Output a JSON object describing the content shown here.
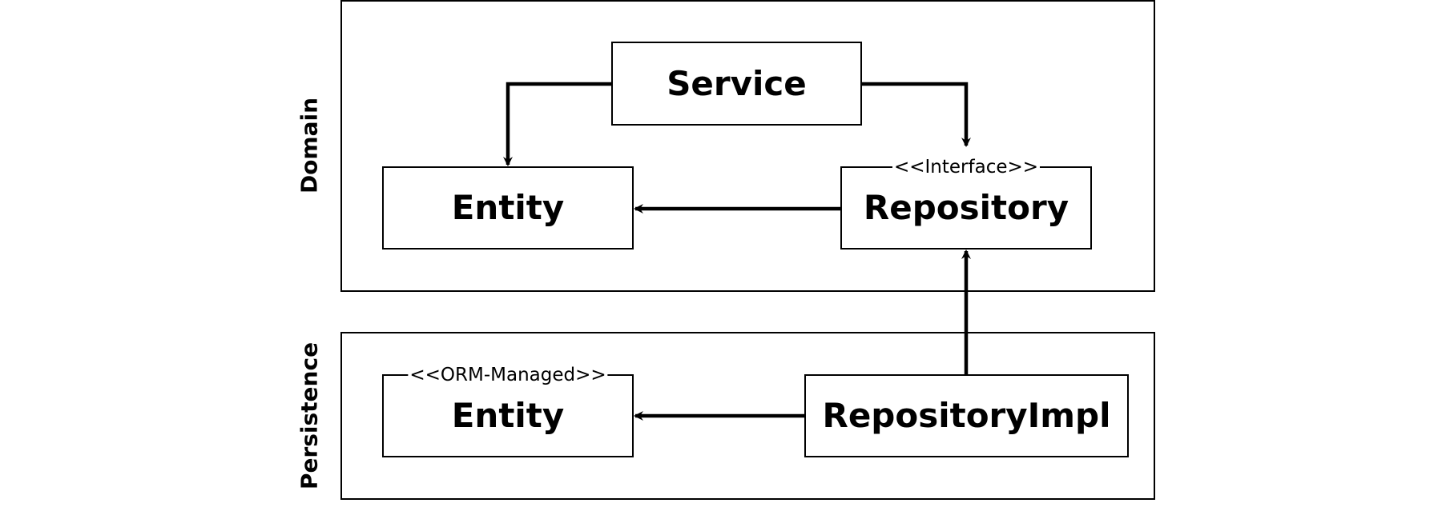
{
  "layers": {
    "domain": {
      "label": "Domain"
    },
    "persistence": {
      "label": "Persistence"
    }
  },
  "nodes": {
    "service": {
      "label": "Service"
    },
    "entity_domain": {
      "label": "Entity"
    },
    "repository": {
      "label": "Repository",
      "stereotype": "<<Interface>>"
    },
    "entity_persistence": {
      "label": "Entity",
      "stereotype": "<<ORM-Managed>>"
    },
    "repository_impl": {
      "label": "RepositoryImpl"
    }
  },
  "edges": [
    {
      "from": "service",
      "to": "entity_domain"
    },
    {
      "from": "service",
      "to": "repository"
    },
    {
      "from": "repository",
      "to": "entity_domain"
    },
    {
      "from": "repository_impl",
      "to": "repository"
    },
    {
      "from": "repository_impl",
      "to": "entity_persistence"
    }
  ]
}
